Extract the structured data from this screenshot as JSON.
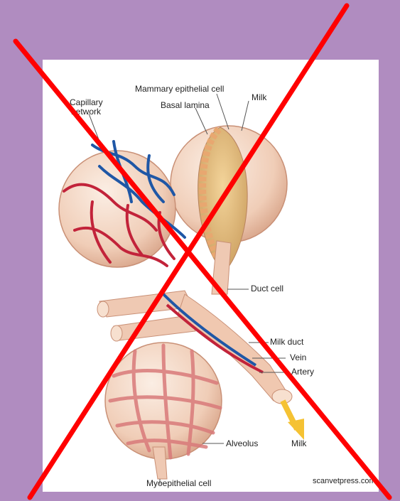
{
  "labels": {
    "mammary_epithelial_cell": "Mammary epithelial cell",
    "milk_top": "Milk",
    "basal_lamina": "Basal lamina",
    "capillary_network_1": "Capillary",
    "capillary_network_2": "network",
    "duct_cell": "Duct cell",
    "milk_duct": "Milk duct",
    "vein": "Vein",
    "artery": "Artery",
    "alveolus": "Alveolus",
    "milk_bottom": "Milk",
    "myoepithelial_cell": "Myoepithelial cell"
  },
  "credit": "scanvetpress.com",
  "colors": {
    "background": "#b08cc0",
    "panel": "#ffffff",
    "tissue": "#f2d2bf",
    "tissue_dark": "#d9a88f",
    "artery": "#c2233a",
    "vein": "#1f57a6",
    "milk": "#f5c233",
    "cross": "#ff0000"
  }
}
